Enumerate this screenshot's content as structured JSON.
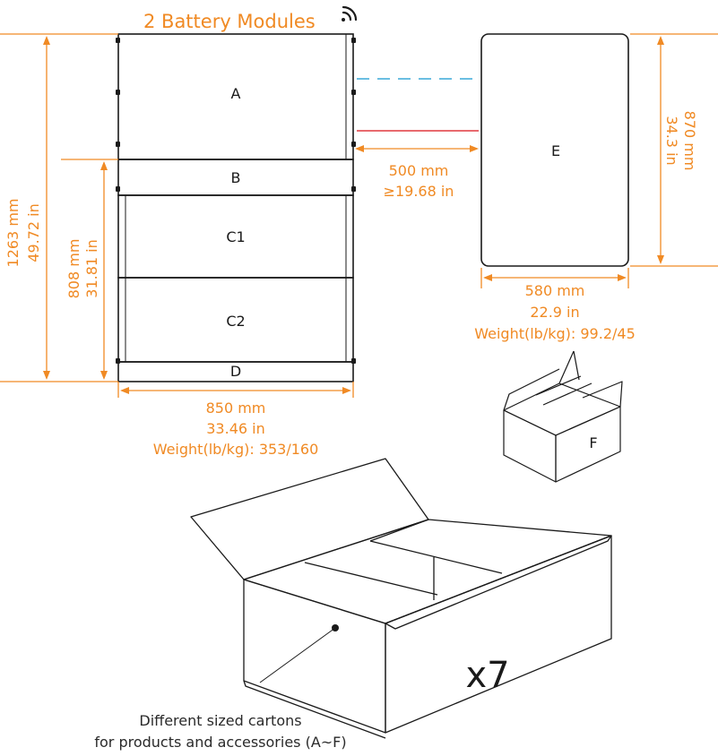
{
  "title": "2 Battery Modules",
  "colors": {
    "accent": "#f08a24",
    "line": "#1a1a1a",
    "dash_blue": "#3aa8d8",
    "solid_red": "#e0393e"
  },
  "battery_stack": {
    "labels": {
      "A": "A",
      "B": "B",
      "C1": "C1",
      "C2": "C2",
      "D": "D"
    },
    "height_total_mm": "1263 mm",
    "height_total_in": "49.72 in",
    "height_lower_mm": "808 mm",
    "height_lower_in": "31.81 in",
    "width_mm": "850 mm",
    "width_in": "33.46 in",
    "weight": "Weight(lb/kg): 353/160"
  },
  "clearance": {
    "mm": "500 mm",
    "in": "≥19.68 in"
  },
  "inverter": {
    "label": "E",
    "height_mm": "870 mm",
    "height_in": "34.3 in",
    "width_mm": "580 mm",
    "width_in": "22.9 in",
    "weight": "Weight(lb/kg): 99.2/45"
  },
  "small_box": {
    "label": "F"
  },
  "carton": {
    "multiplier": "x7",
    "note_line1": "Different sized cartons",
    "note_line2": "for products and accessories (A~F)"
  }
}
